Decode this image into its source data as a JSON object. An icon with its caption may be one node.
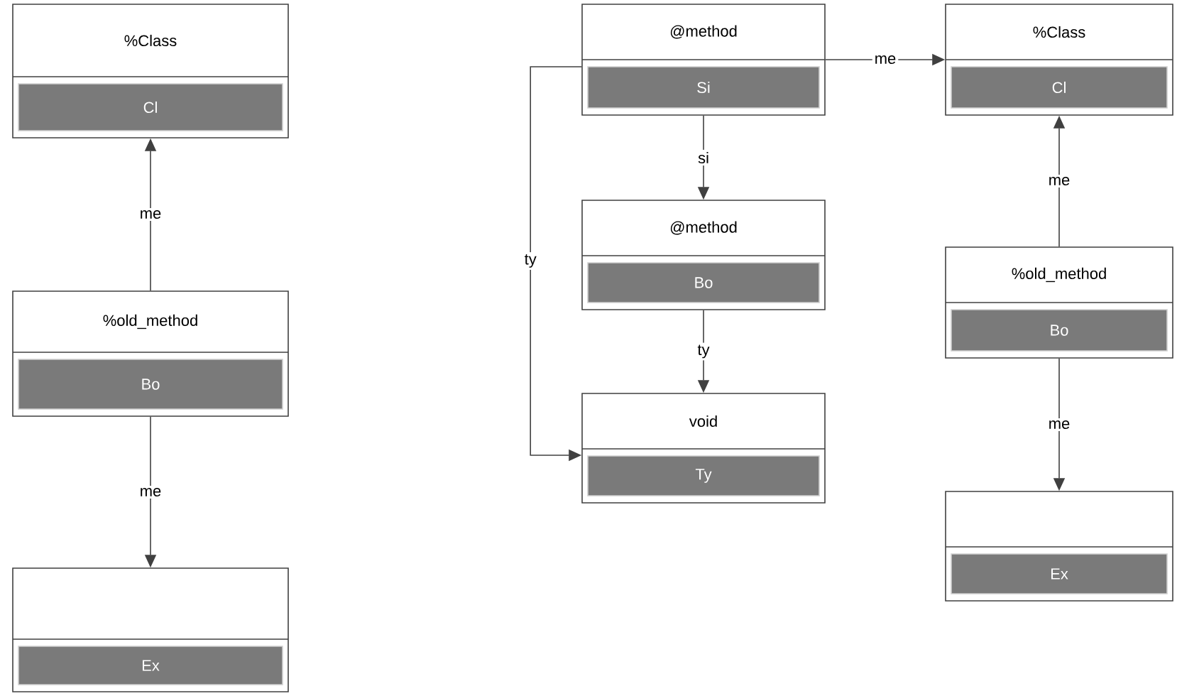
{
  "diagram": {
    "nodes": [
      {
        "text": [
          "%Class",
          "Cl"
        ]
      },
      {
        "text": [
          "%old_method",
          "Bo"
        ]
      },
      {
        "text": [
          "Ex"
        ]
      },
      {
        "text": [
          "@method",
          "Si"
        ]
      },
      {
        "text": [
          "@method",
          "Bo"
        ]
      },
      {
        "text": [
          "void",
          "Ty"
        ]
      },
      {
        "text": [
          "%Class",
          "Cl"
        ]
      },
      {
        "text": [
          "%old_method",
          "Bo"
        ]
      },
      {
        "text": [
          "Ex"
        ]
      }
    ],
    "edges": [
      {
        "from": 1,
        "to": 0,
        "arrow": "to",
        "label": "me"
      },
      {
        "from": 1,
        "to": 2,
        "arrow": "to",
        "label": "me"
      },
      {
        "from": 3,
        "to": 4,
        "arrow": "to",
        "label": "si"
      },
      {
        "from": 4,
        "to": 5,
        "arrow": "to",
        "label": "ty"
      },
      {
        "from": 3,
        "to": 5,
        "arrow": "to",
        "label": "ty"
      },
      {
        "from": 3,
        "to": 6,
        "arrow": "to",
        "label": "me"
      },
      {
        "from": 7,
        "to": 6,
        "arrow": "to",
        "label": "me"
      },
      {
        "from": 7,
        "to": 8,
        "arrow": "to",
        "label": "me"
      }
    ]
  }
}
